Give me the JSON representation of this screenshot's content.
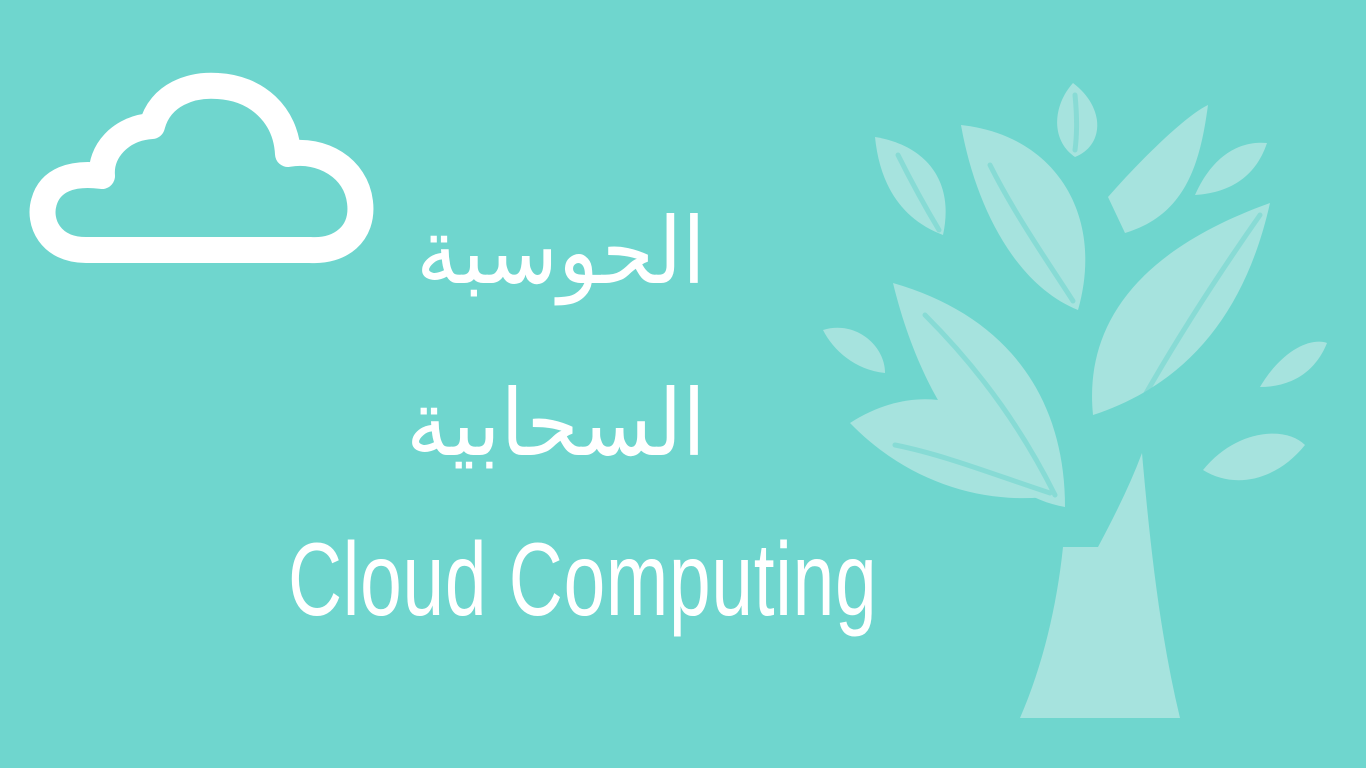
{
  "colors": {
    "background": "#6fd6ce",
    "foreground": "#ffffff",
    "tree": "#a6e3de"
  },
  "icons": {
    "cloud": "cloud-icon",
    "tree": "tree-illustration"
  },
  "title": {
    "arabic_line_1": "الحوسبة",
    "arabic_line_2": "السحابية",
    "english": "Cloud Computing"
  }
}
